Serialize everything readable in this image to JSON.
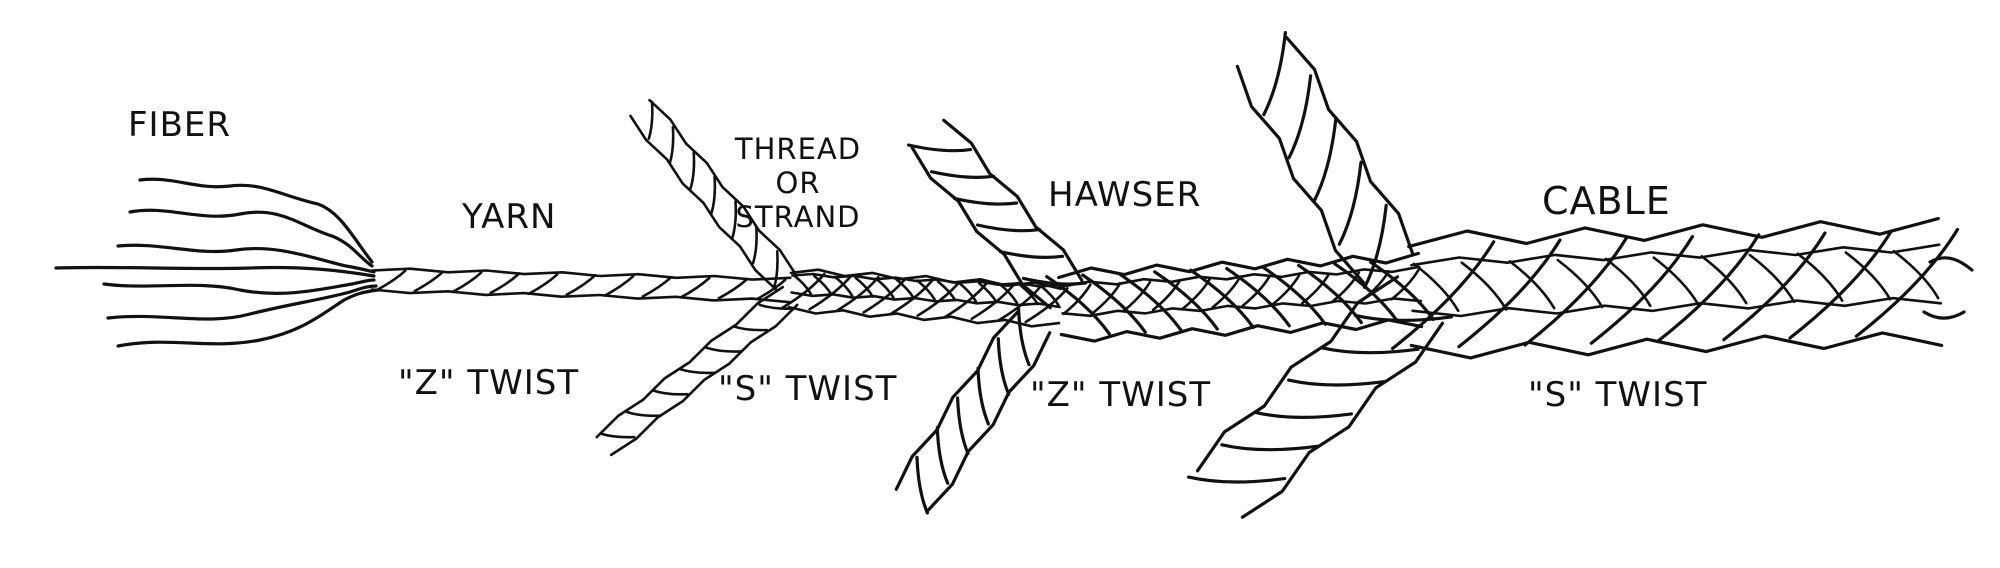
{
  "labels": {
    "fiber": "FIBER",
    "yarn": "YARN",
    "thread_line1": "THREAD",
    "thread_line2": "OR",
    "thread_line3": "STRAND",
    "hawser": "HAWSER",
    "cable": "CABLE",
    "twist_yarn": "\"Z\" TWIST",
    "twist_thread": "\"S\" TWIST",
    "twist_hawser": "\"Z\" TWIST",
    "twist_cable": "\"S\" TWIST"
  }
}
